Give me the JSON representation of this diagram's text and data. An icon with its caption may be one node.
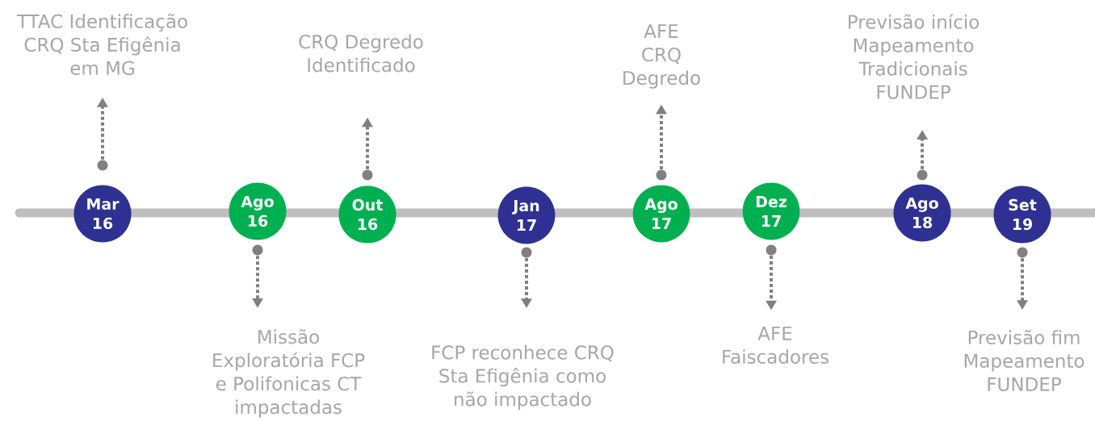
{
  "diagram": {
    "nodes": [
      {
        "text": [
          "Mar 16"
        ]
      },
      {
        "text": [
          "Ago 16"
        ]
      },
      {
        "text": [
          "Out 16"
        ]
      },
      {
        "text": [
          "Jan 17"
        ]
      },
      {
        "text": [
          "Ago 17"
        ]
      },
      {
        "text": [
          "Dez 17"
        ]
      },
      {
        "text": [
          "Ago 18"
        ]
      },
      {
        "text": [
          "Set 19"
        ]
      },
      {
        "text": [
          "TTAC Identificação CRQ Sta Efigênia em MG"
        ]
      },
      {
        "text": [
          "Missão Exploratória FCP e Polifonicas CT impactadas"
        ]
      },
      {
        "text": [
          "CRQ Degredo Identificado"
        ]
      },
      {
        "text": [
          "FCP reconhece CRQ Sta Efigênia como não impactado"
        ]
      },
      {
        "text": [
          "AFE CRQ Degredo"
        ]
      },
      {
        "text": [
          "AFE Faiscadores"
        ]
      },
      {
        "text": [
          "Previsão início Mapeamento Tradicionais FUNDEP"
        ]
      },
      {
        "text": [
          "Previsão fim Mapeamento FUNDEP"
        ]
      }
    ],
    "edges": [
      {
        "from": 0,
        "to": 8,
        "arrow": "to",
        "style": "dashed"
      },
      {
        "from": 1,
        "to": 9,
        "arrow": "to",
        "style": "dashed"
      },
      {
        "from": 2,
        "to": 10,
        "arrow": "to",
        "style": "dashed"
      },
      {
        "from": 3,
        "to": 11,
        "arrow": "to",
        "style": "dashed"
      },
      {
        "from": 4,
        "to": 12,
        "arrow": "to",
        "style": "dashed"
      },
      {
        "from": 5,
        "to": 13,
        "arrow": "to",
        "style": "dashed"
      },
      {
        "from": 6,
        "to": 14,
        "arrow": "to",
        "style": "dashed"
      },
      {
        "from": 7,
        "to": 15,
        "arrow": "to",
        "style": "dashed"
      }
    ]
  }
}
